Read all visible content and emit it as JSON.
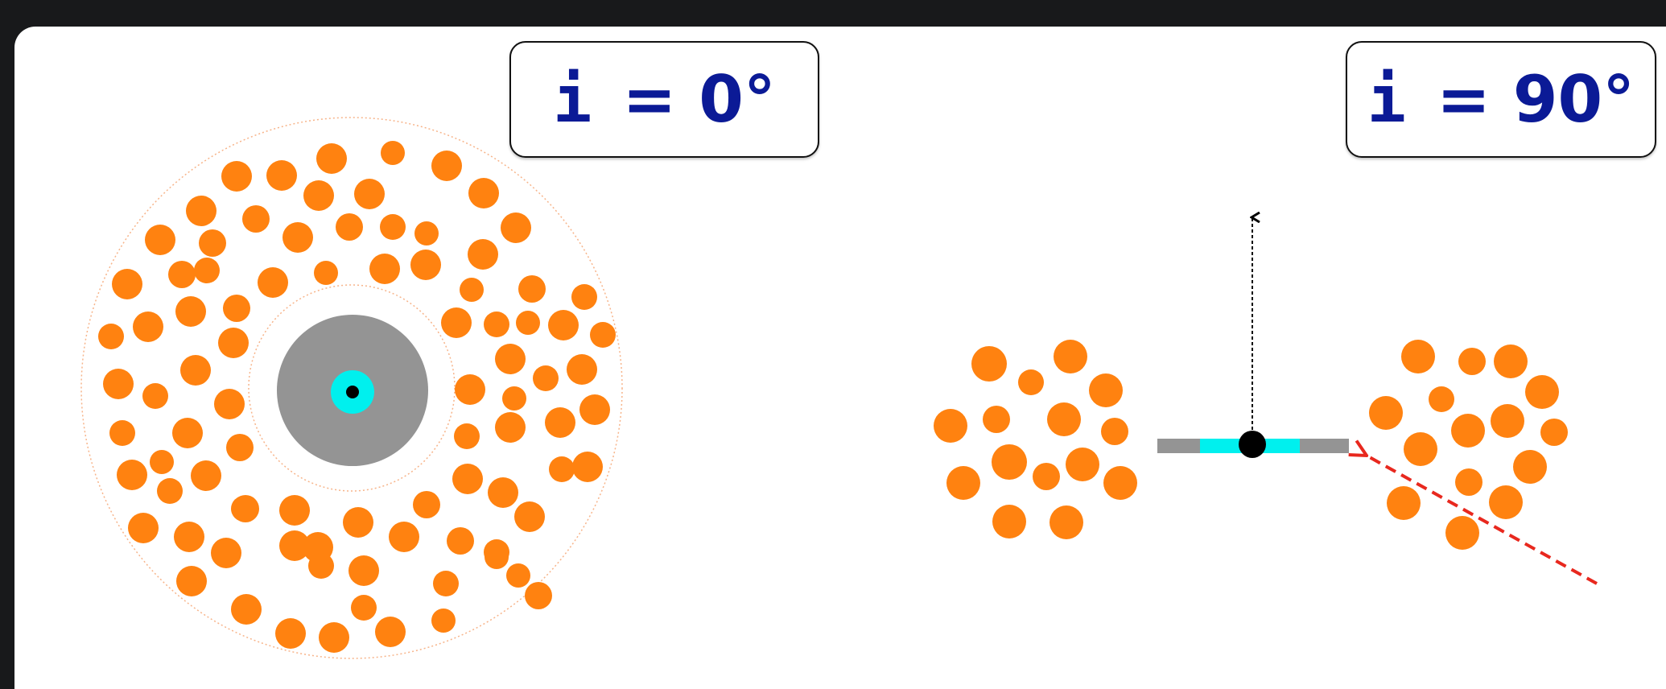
{
  "left_panel": {
    "label": {
      "symbol": "i",
      "value": "= 0°"
    }
  },
  "right_panel": {
    "label": {
      "symbol": "i",
      "value": "= 90°"
    }
  },
  "colors": {
    "cloud": "#ff8210",
    "disk": "#949494",
    "accretion": "#00f0ee",
    "core": "#000000",
    "label_text": "#0b1a96",
    "sightline": "#e8281e"
  }
}
